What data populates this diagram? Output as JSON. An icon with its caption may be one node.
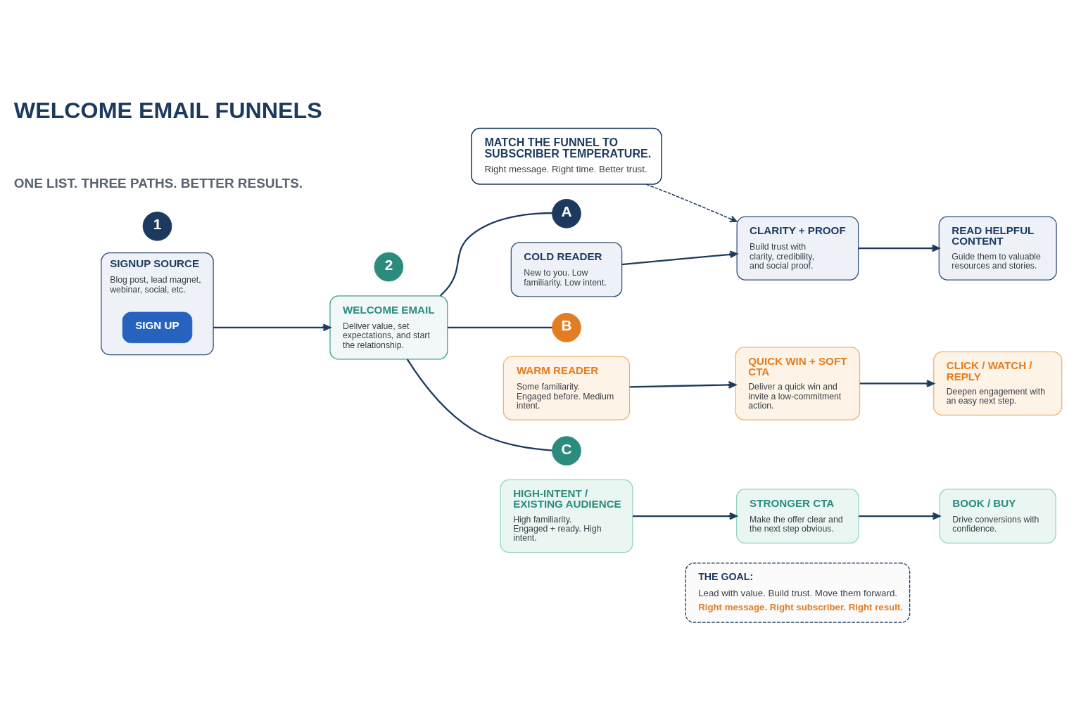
{
  "diagram": {
    "title": "WELCOME EMAIL FUNNELS",
    "nodes": [
      {
        "text": [
          "MATCH THE FUNNEL TO SUBSCRIBER TEMPERATURE.",
          "Right message. Right time. Better trust."
        ]
      },
      {
        "text": [
          "1"
        ]
      },
      {
        "text": [
          "SIGNUP SOURCE",
          "Blog post, lead magnet, webinar, social, etc."
        ]
      },
      {
        "text": [
          "SIGN UP"
        ],
        "in": 2
      },
      {
        "text": [
          "2"
        ]
      },
      {
        "text": [
          "WELCOME EMAIL",
          "Deliver value, set expectations, and start the relationship."
        ]
      },
      {
        "text": [
          "A"
        ]
      },
      {
        "text": [
          "COLD READER",
          "New to you. Low familiarity. Low intent."
        ]
      },
      {
        "text": [
          "CLARITY + PROOF",
          "Build trust with clarity, credibility, and social proof."
        ]
      },
      {
        "text": [
          "READ HELPFUL CONTENT",
          "Guide them to valuable resources and stories."
        ]
      },
      {
        "text": [
          "B"
        ]
      },
      {
        "text": [
          "WARM READER",
          "Some familiarity. Engaged before. Medium intent."
        ]
      },
      {
        "text": [
          "QUICK WIN + SOFT CTA",
          "Deliver a quick win and invite a low-commitment action."
        ]
      },
      {
        "text": [
          "CLICK / WATCH / REPLY",
          "Deepen engagement with an easy next step."
        ]
      },
      {
        "text": [
          "C"
        ]
      },
      {
        "text": [
          "HIGH-INTENT / EXISTING AUDIENCE",
          "High familiarity. Engaged + ready. High intent."
        ]
      },
      {
        "text": [
          "STRONGER CTA",
          "Make the offer clear and the next step obvious."
        ]
      },
      {
        "text": [
          "BOOK / BUY",
          "Drive conversions with confidence."
        ]
      },
      {
        "text": [
          "THE GOAL:",
          "Lead with value. Build trust. Move them forward.",
          "Right message. Right subscriber. Right result."
        ]
      }
    ],
    "edges": [
      {
        "from": 0,
        "to": 8,
        "arrow": "to",
        "style": "dashed"
      },
      {
        "from": 2,
        "to": 5,
        "arrow": "to"
      },
      {
        "from": 5,
        "to": 6,
        "arrow": "none"
      },
      {
        "from": 5,
        "to": 10,
        "arrow": "none"
      },
      {
        "from": 5,
        "to": 14,
        "arrow": "none"
      },
      {
        "from": 7,
        "to": 8,
        "arrow": "to"
      },
      {
        "from": 8,
        "to": 9,
        "arrow": "to"
      },
      {
        "from": 11,
        "to": 12,
        "arrow": "to"
      },
      {
        "from": 12,
        "to": 13,
        "arrow": "to"
      },
      {
        "from": 15,
        "to": 16,
        "arrow": "to"
      },
      {
        "from": 16,
        "to": 17,
        "arrow": "to"
      }
    ],
    "labels": [
      "ONE LIST. THREE PATHS. BETTER RESULTS."
    ]
  }
}
